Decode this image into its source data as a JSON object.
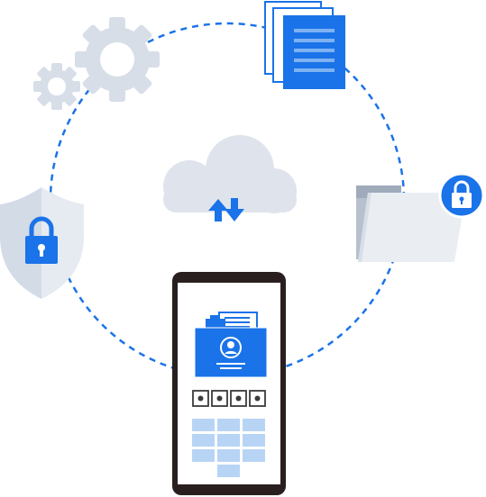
{
  "diagram": {
    "nodes": [
      {
        "id": "settings",
        "icon": "gears-icon"
      },
      {
        "id": "documents",
        "icon": "document-stack-icon"
      },
      {
        "id": "secure-folder",
        "icon": "locked-folder-icon"
      },
      {
        "id": "security-shield",
        "icon": "shield-lock-icon"
      },
      {
        "id": "cloud-sync",
        "icon": "cloud-sync-icon"
      },
      {
        "id": "smartphone",
        "icon": "smartphone-icon"
      }
    ],
    "pin_digits_count": 4,
    "keypad": {
      "rows": 3,
      "cols": 3,
      "extra_bottom_key": true
    }
  },
  "colors": {
    "primary_blue": "#1a73e8",
    "dashed_ring": "#1a73e8",
    "light_gray_blue": "#d5dce8",
    "cloud": "#dfe4ec",
    "phone_frame": "#2a1f1f",
    "keypad_key": "#b8d4f5",
    "gear": "#d7dee8"
  }
}
